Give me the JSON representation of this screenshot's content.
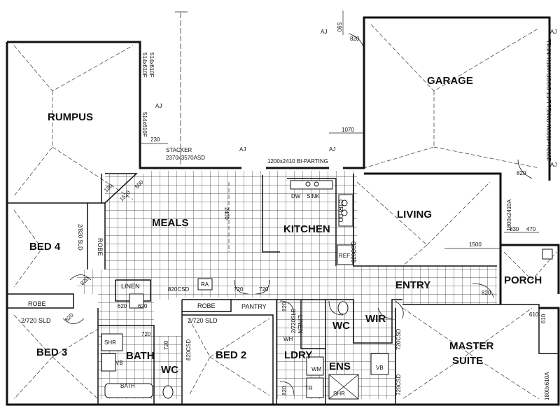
{
  "rooms": {
    "rumpus": "RUMPUS",
    "garage": "GARAGE",
    "meals": "MEALS",
    "kitchen": "KITCHEN",
    "living": "LIVING",
    "bed4": "BED 4",
    "bed3": "BED 3",
    "bed2": "BED 2",
    "bath": "BATH",
    "wc": "WC",
    "wc2": "WC",
    "ldry": "LDRY",
    "ens": "ENS",
    "wir": "WIR",
    "entry": "ENTRY",
    "porch": "PORCH",
    "master": "MASTER SUITE",
    "master_line1": "MASTER",
    "master_line2": "SUITE"
  },
  "labels": {
    "robe1": "ROBE",
    "robe2": "ROBE",
    "robe3": "ROBE",
    "linen1": "LINEN",
    "linen2": "LINEN",
    "pantry": "PANTRY",
    "dw": "DW",
    "sink": "SINK",
    "ref": "REF",
    "ra": "RA",
    "shr1": "SHR",
    "shr2": "SHR",
    "vb1": "VB",
    "vb2": "VB",
    "bath_fx": "BATH",
    "wm": "WM",
    "tr": "TR",
    "wh": "WH",
    "ctrldd": "CTRLDD",
    "aj1": "AJ",
    "aj2": "AJ",
    "aj3": "AJ",
    "aj4": "AJ",
    "aj5": "AJ",
    "aj6": "AJ"
  },
  "dims": {
    "d590": "590",
    "d820a": "820",
    "d820b": "820",
    "d1070": "1070",
    "d230": "230",
    "stacker1": "STACKER",
    "stacker2": "2370x3570ASD",
    "biparting": "1200x2410 BI-PARTING",
    "d514_1": "514x610F",
    "d514_2": "514x610F",
    "d514_3": "514x610F",
    "d1520": "1520",
    "d180": "180",
    "d800": "800",
    "d2820": "2/820 SLD",
    "d2400": "2400",
    "d820csd1": "820CSD",
    "d820csd2": "820CSD",
    "d820c": "820",
    "d820d": "820",
    "d820e": "820",
    "d820f": "820",
    "d820g": "820",
    "d620a": "620",
    "d620b": "620",
    "d720a": "720",
    "d720b": "720",
    "d720c": "720",
    "d720d": "720",
    "d2720sld1": "2/720 SLD",
    "d2720sld2": "2/720 SLD",
    "d2720sld3": "2/720SLD",
    "d820csd3": "820CSD",
    "d720csd1": "720CSD",
    "d720csd2": "720CSD",
    "d1500": "1500",
    "d830": "830",
    "d470": "470",
    "d1800": "1800x2410A",
    "d610a": "610",
    "d610b": "610",
    "d1800b": "1800x610A",
    "garage_door": "2000Hx4800W PANEL LIFT DOOR WITH INFILL"
  }
}
